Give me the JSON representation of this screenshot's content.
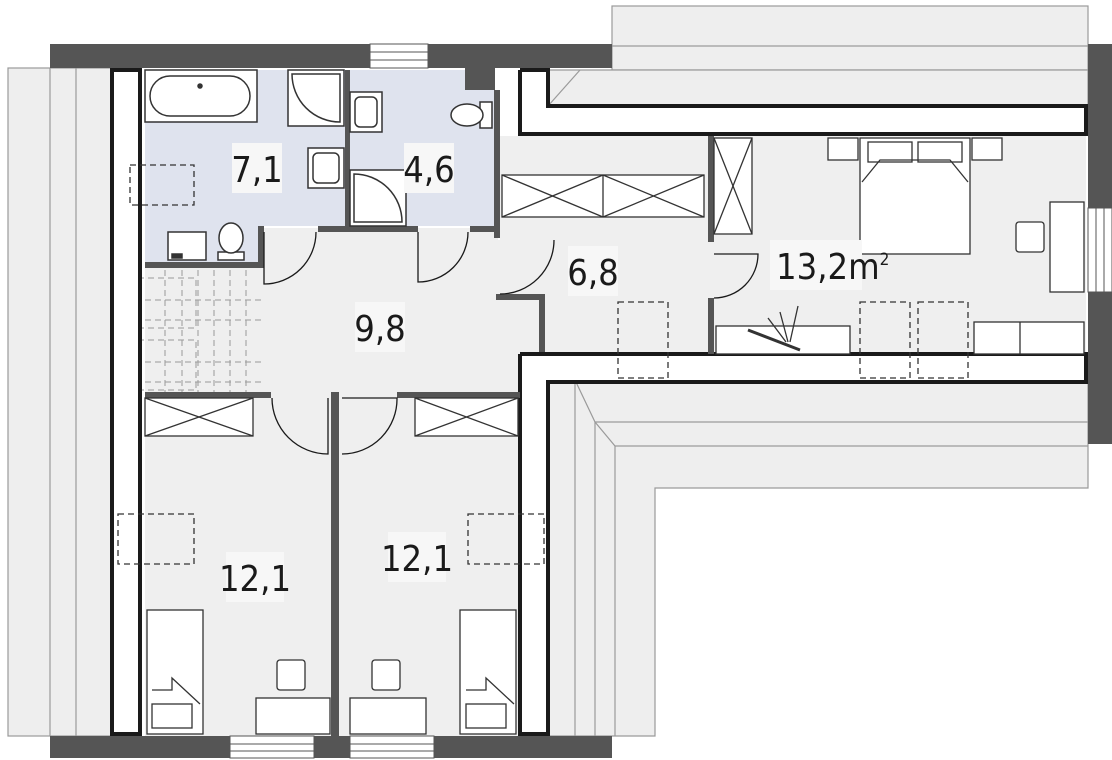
{
  "plan": {
    "rooms": [
      {
        "id": "bathroom",
        "area": "7,1"
      },
      {
        "id": "wc",
        "area": "4,6"
      },
      {
        "id": "hall",
        "area": "9,8"
      },
      {
        "id": "wardrobe-corridor",
        "area": "6,8"
      },
      {
        "id": "master-bedroom",
        "area": "13,2",
        "unit": "m",
        "unit_exp": "2"
      },
      {
        "id": "bedroom-left",
        "area": "12,1"
      },
      {
        "id": "bedroom-right",
        "area": "12,1"
      }
    ]
  },
  "colors": {
    "wall": "#555555",
    "wall_dark": "#1a1a1a",
    "roof": "#eeeeee",
    "roof_line": "#9a9a9a",
    "floor": "#efefef",
    "wet_room": "#dfe3ee",
    "furniture": "#ffffff",
    "label_bg": "#f7f7f7"
  }
}
